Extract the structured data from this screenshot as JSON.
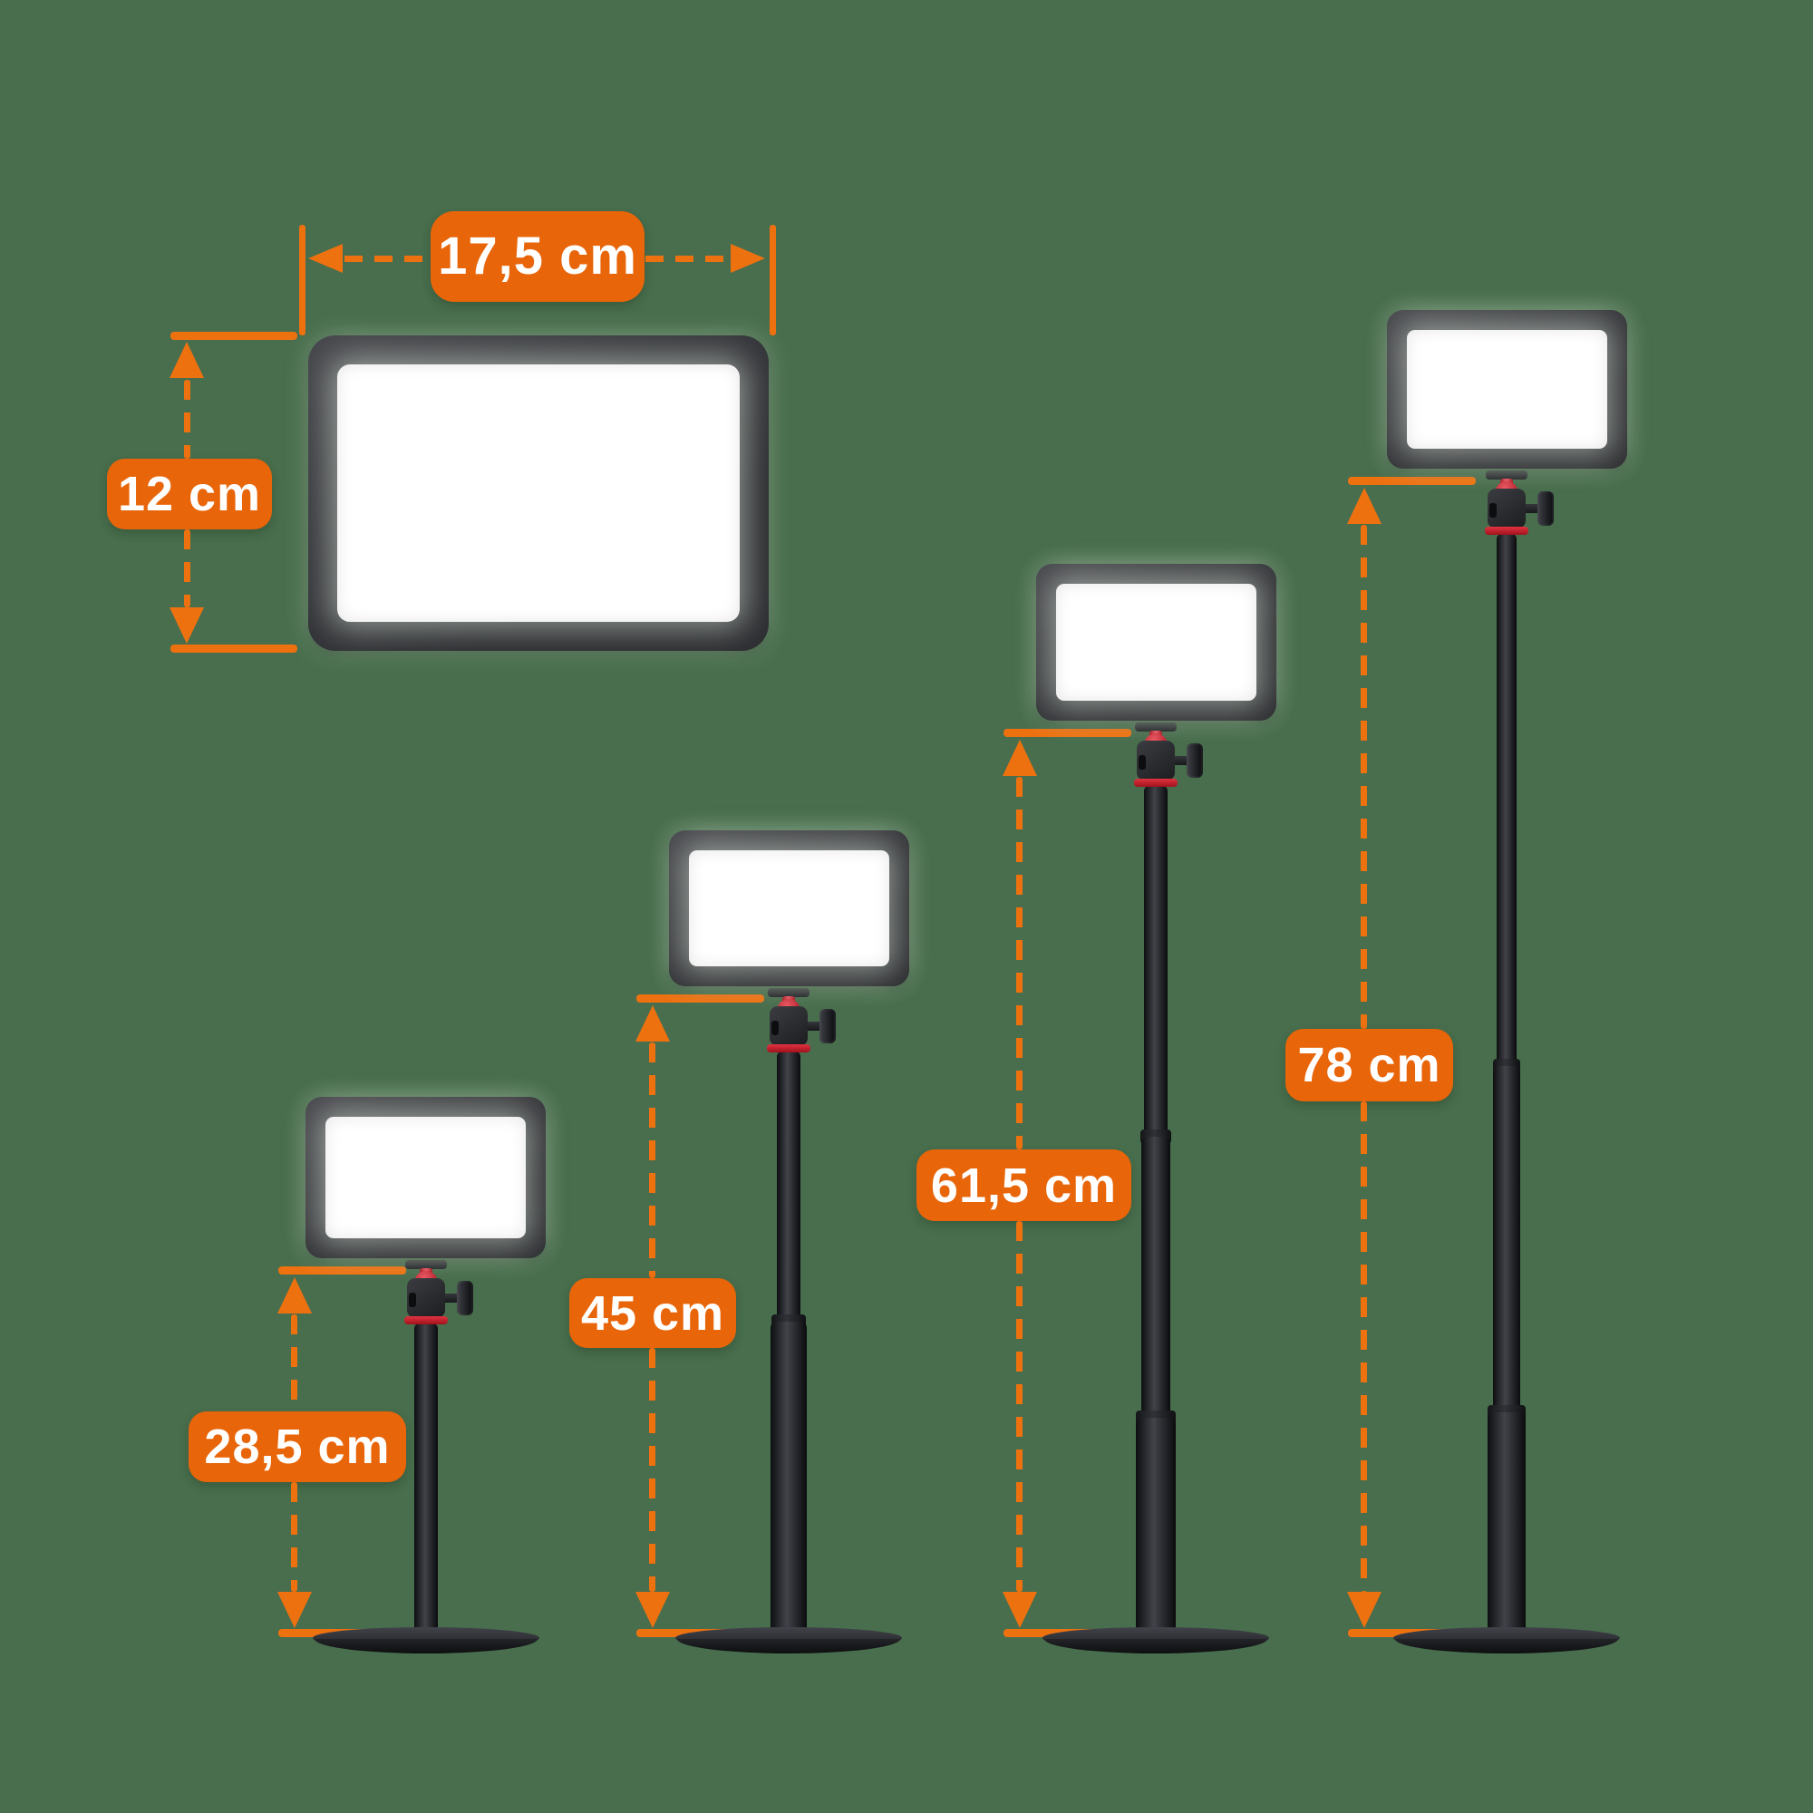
{
  "diagram": {
    "colors": {
      "background": "#486E4D",
      "dimension_line_orange": "#EE7110",
      "label_fill_orange": "#E8650A",
      "label_text": "#FFFFFF",
      "panel_frame_dark": "#2C2D31",
      "panel_screen_white": "#FFFFFF",
      "stand_black": "#1C1D20",
      "ball_head_red": "#D42A33"
    },
    "panel_dimensions": {
      "width_label": "17,5 cm",
      "height_label": "12 cm"
    },
    "stands": [
      {
        "height_label": "28,5 cm"
      },
      {
        "height_label": "45 cm"
      },
      {
        "height_label": "61,5 cm"
      },
      {
        "height_label": "78 cm"
      }
    ]
  }
}
